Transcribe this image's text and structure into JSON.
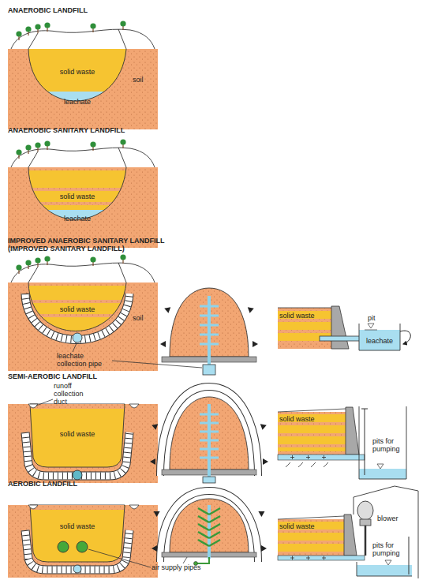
{
  "diagram": {
    "labels": [
      "ANAEROBIC LANDFILL",
      "solid waste",
      "soil",
      "leachate",
      "ANAEROBIC SANITARY LANDFILL",
      "solid waste",
      "leachate",
      "IMPROVED ANAEROBIC SANITARY LANDFILL (IMPROVED SANITARY LANDFILL)",
      "solid waste",
      "soil",
      "leachate collection pipe",
      "solid waste",
      "pit",
      "leachate",
      "SEMI-AEROBIC LANDFILL",
      "runoff collection duct",
      "solid waste",
      "solid waste",
      "pits for pumping",
      "AEROBIC LANDFILL",
      "solid waste",
      "air supply pipes",
      "blower",
      "solid waste",
      "pits for pumping"
    ]
  }
}
